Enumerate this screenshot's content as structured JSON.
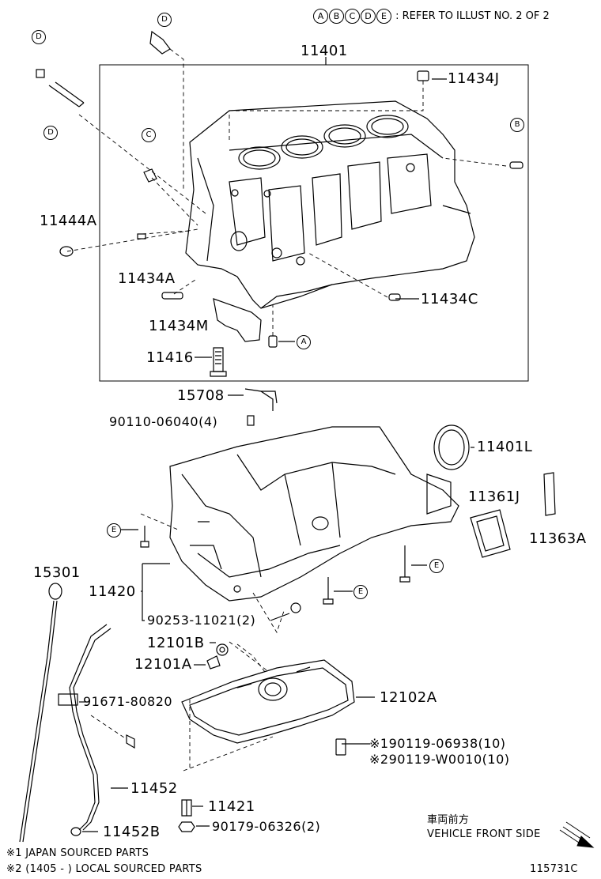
{
  "header": {
    "refs": [
      "A",
      "B",
      "C",
      "D",
      "E"
    ],
    "note": ": REFER TO ILLUST NO. 2 OF 2"
  },
  "parts": {
    "p11401": "11401",
    "p11434J": "11434J",
    "p11444A": "11444A",
    "p11434A": "11434A",
    "p11434M": "11434M",
    "p11434C": "11434C",
    "p11416": "11416",
    "p15708": "15708",
    "p90110": "90110-06040(4)",
    "p11401L": "11401L",
    "p11361J": "11361J",
    "p11363A": "11363A",
    "p15301": "15301",
    "p11420": "11420",
    "p90253": "90253-11021(2)",
    "p12101B": "12101B",
    "p12101A": "12101A",
    "p91671": "91671-80820",
    "p12102A": "12102A",
    "p90119a": "※190119-06938(10)",
    "p90119b": "※290119-W0010(10)",
    "p11452": "11452",
    "p11421": "11421",
    "p90179": "90179-06326(2)",
    "p11452B": "11452B"
  },
  "callouts": {
    "d1": "D",
    "d2": "D",
    "d3": "D",
    "c1": "C",
    "b1": "B",
    "a1": "A",
    "e1": "E",
    "e2": "E",
    "e3": "E"
  },
  "footer": {
    "front_jp": "車両前方",
    "front_en": "VEHICLE FRONT SIDE",
    "note1": "※1 JAPAN SOURCED PARTS",
    "note2": "※2 (1405 -        ) LOCAL SOURCED PARTS",
    "illust_id": "115731C"
  }
}
